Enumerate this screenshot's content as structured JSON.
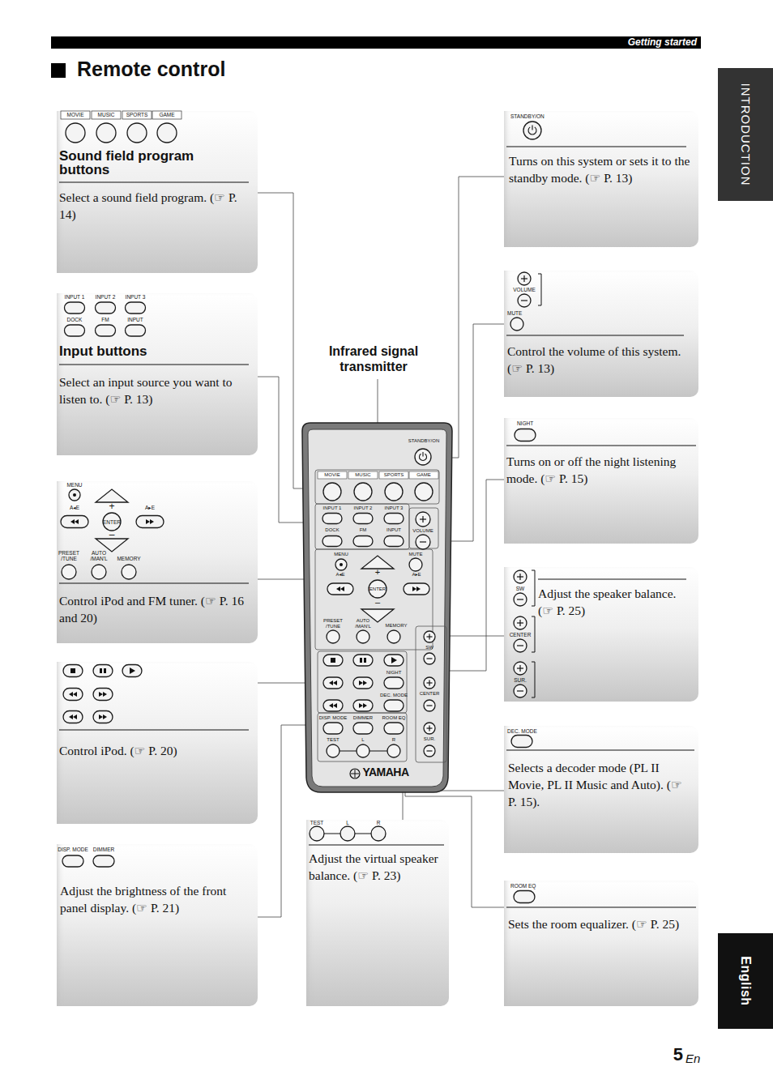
{
  "diagram": {
    "title": "Remote control",
    "nodes": [
      {
        "text": [
          "MOVIE",
          "MUSIC",
          "SPORTS",
          "GAME",
          "Sound field program buttons",
          "Select a sound field program. (☞ P. 14)"
        ]
      },
      {
        "text": [
          "INPUT 1",
          "INPUT 2",
          "INPUT 3",
          "DOCK",
          "FM",
          "INPUT",
          "Input buttons",
          "Select an input source you want to listen to. (☞ P. 13)"
        ]
      },
      {
        "text": [
          "MENU",
          "A◂E",
          "+",
          "A▸E",
          "ENTER",
          "–",
          "PRESET /TUNE",
          "AUTO /MAN'L",
          "MEMORY",
          "Control iPod and FM tuner. (☞ P. 16 and 20)"
        ]
      },
      {
        "text": [
          "Control iPod. (☞ P. 20)"
        ]
      },
      {
        "text": [
          "DISP. MODE",
          "DIMMER",
          "Adjust the brightness of the front panel display. (☞ P. 21)"
        ]
      },
      {
        "text": [
          "TEST",
          "L",
          "R",
          "Adjust the virtual speaker balance. (☞ P. 23)"
        ]
      },
      {
        "text": [
          "STANDBY/ON",
          "Turns on this system or sets it to the standby mode. (☞ P. 13)"
        ]
      },
      {
        "text": [
          "VOLUME",
          "MUTE",
          "Control the volume of this system. (☞ P. 13)"
        ]
      },
      {
        "text": [
          "NIGHT",
          "Turns on or off the night listening mode. (☞ P. 15)"
        ]
      },
      {
        "text": [
          "SW",
          "CENTER",
          "SUR.",
          "Adjust the speaker balance. (☞ P. 25)"
        ]
      },
      {
        "text": [
          "DEC. MODE",
          "Selects a decoder mode (PL II Movie, PL II Music and Auto). (☞ P. 15)."
        ]
      },
      {
        "text": [
          "ROOM EQ",
          "Sets the room equalizer. (☞ P. 25)"
        ]
      }
    ],
    "labels": [
      "Getting started",
      "INTRODUCTION",
      "English",
      "5",
      "En",
      "Infrared signal transmitter",
      "STANDBY/ON",
      "MOVIE",
      "MUSIC",
      "SPORTS",
      "GAME",
      "INPUT 1",
      "INPUT 2",
      "INPUT 3",
      "DOCK",
      "FM",
      "INPUT",
      "VOLUME",
      "MENU",
      "MUTE",
      "A◂E",
      "+",
      "A▸E",
      "ENTER",
      "–",
      "PRESET /TUNE",
      "AUTO /MAN'L",
      "MEMORY",
      "SW",
      "NIGHT",
      "CENTER",
      "DEC. MODE",
      "DISP. MODE",
      "DIMMER",
      "ROOM EQ",
      "SUR.",
      "TEST",
      "L",
      "R",
      "YAMAHA"
    ]
  }
}
